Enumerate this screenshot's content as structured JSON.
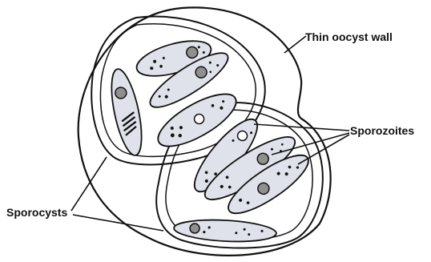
{
  "labels": {
    "oocyst_wall": "Thin oocyst wall",
    "sporozoites": "Sporozoites",
    "sporocysts": "Sporocysts"
  },
  "colors": {
    "ink": "#111111",
    "sporozoite_fill": "#dfe2ea",
    "nucleus_fill": "#8f8f8f",
    "background": "#ffffff"
  }
}
